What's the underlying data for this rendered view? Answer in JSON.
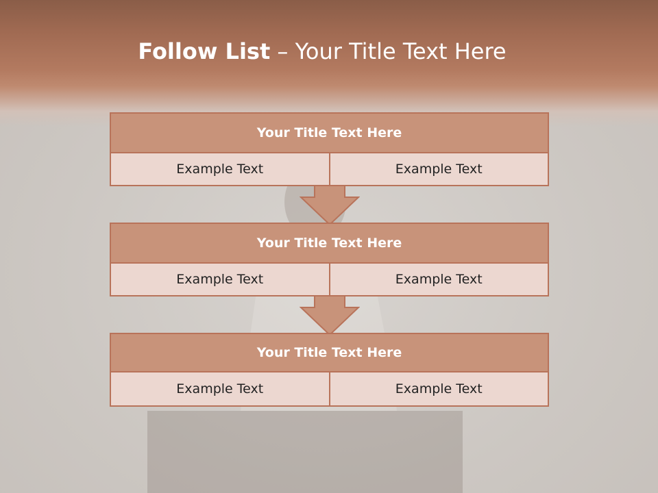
{
  "slide": {
    "title_bold": "Follow List",
    "title_rest": " – Your Title Text Here"
  },
  "blocks": [
    {
      "title": "Your Title Text Here",
      "left": "Example Text",
      "right": "Example Text"
    },
    {
      "title": "Your Title Text Here",
      "left": "Example Text",
      "right": "Example Text"
    },
    {
      "title": "Your Title Text Here",
      "left": "Example Text",
      "right": "Example Text"
    }
  ],
  "colors": {
    "accent": "#c8937a",
    "border": "#b8735a",
    "cell_fill": "#ecd7d0",
    "header_band": "#b37a60"
  },
  "icons": [
    "down-arrow-icon",
    "down-arrow-icon"
  ]
}
